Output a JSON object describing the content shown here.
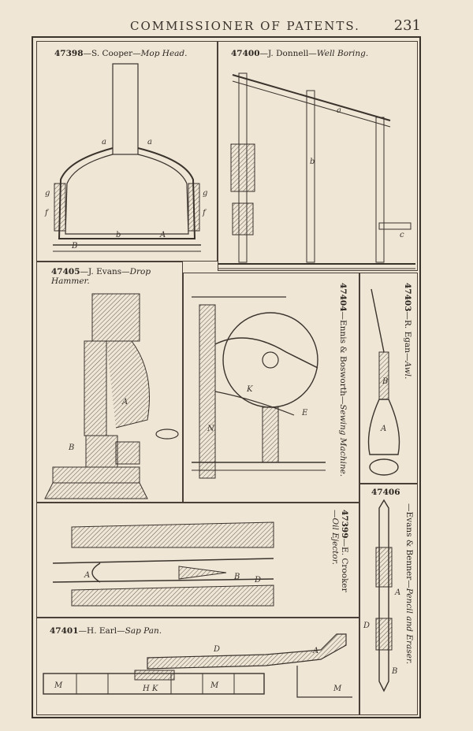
{
  "header": {
    "title": "COMMISSIONER OF PATENTS.",
    "page_number": "231"
  },
  "patents": {
    "p47398": {
      "number": "47398",
      "inventor": "—S. Cooper—",
      "title": "Mop Head."
    },
    "p47400": {
      "number": "47400",
      "inventor": "—J. Donnell—",
      "title": "Well Boring."
    },
    "p47405": {
      "number": "47405",
      "inventor": "—J. Evans—",
      "title": "Drop Hammer."
    },
    "p47404": {
      "number": "47404",
      "inventor": "—Ennis & Bosworth—",
      "title": "Sewing Machine."
    },
    "p47403": {
      "number": "47403",
      "inventor": "—R. Egan—",
      "title": "Awl."
    },
    "p47406": {
      "number": "47406",
      "inventor": "—Evans & Benner—",
      "title": "Pencil and Eraser."
    },
    "p47399": {
      "number": "47399",
      "inventor": "—E. Crooker—",
      "title": "Oil Ejector."
    },
    "p47401": {
      "number": "47401",
      "inventor": "—H. Earl—",
      "title": "Sap Pan."
    }
  }
}
